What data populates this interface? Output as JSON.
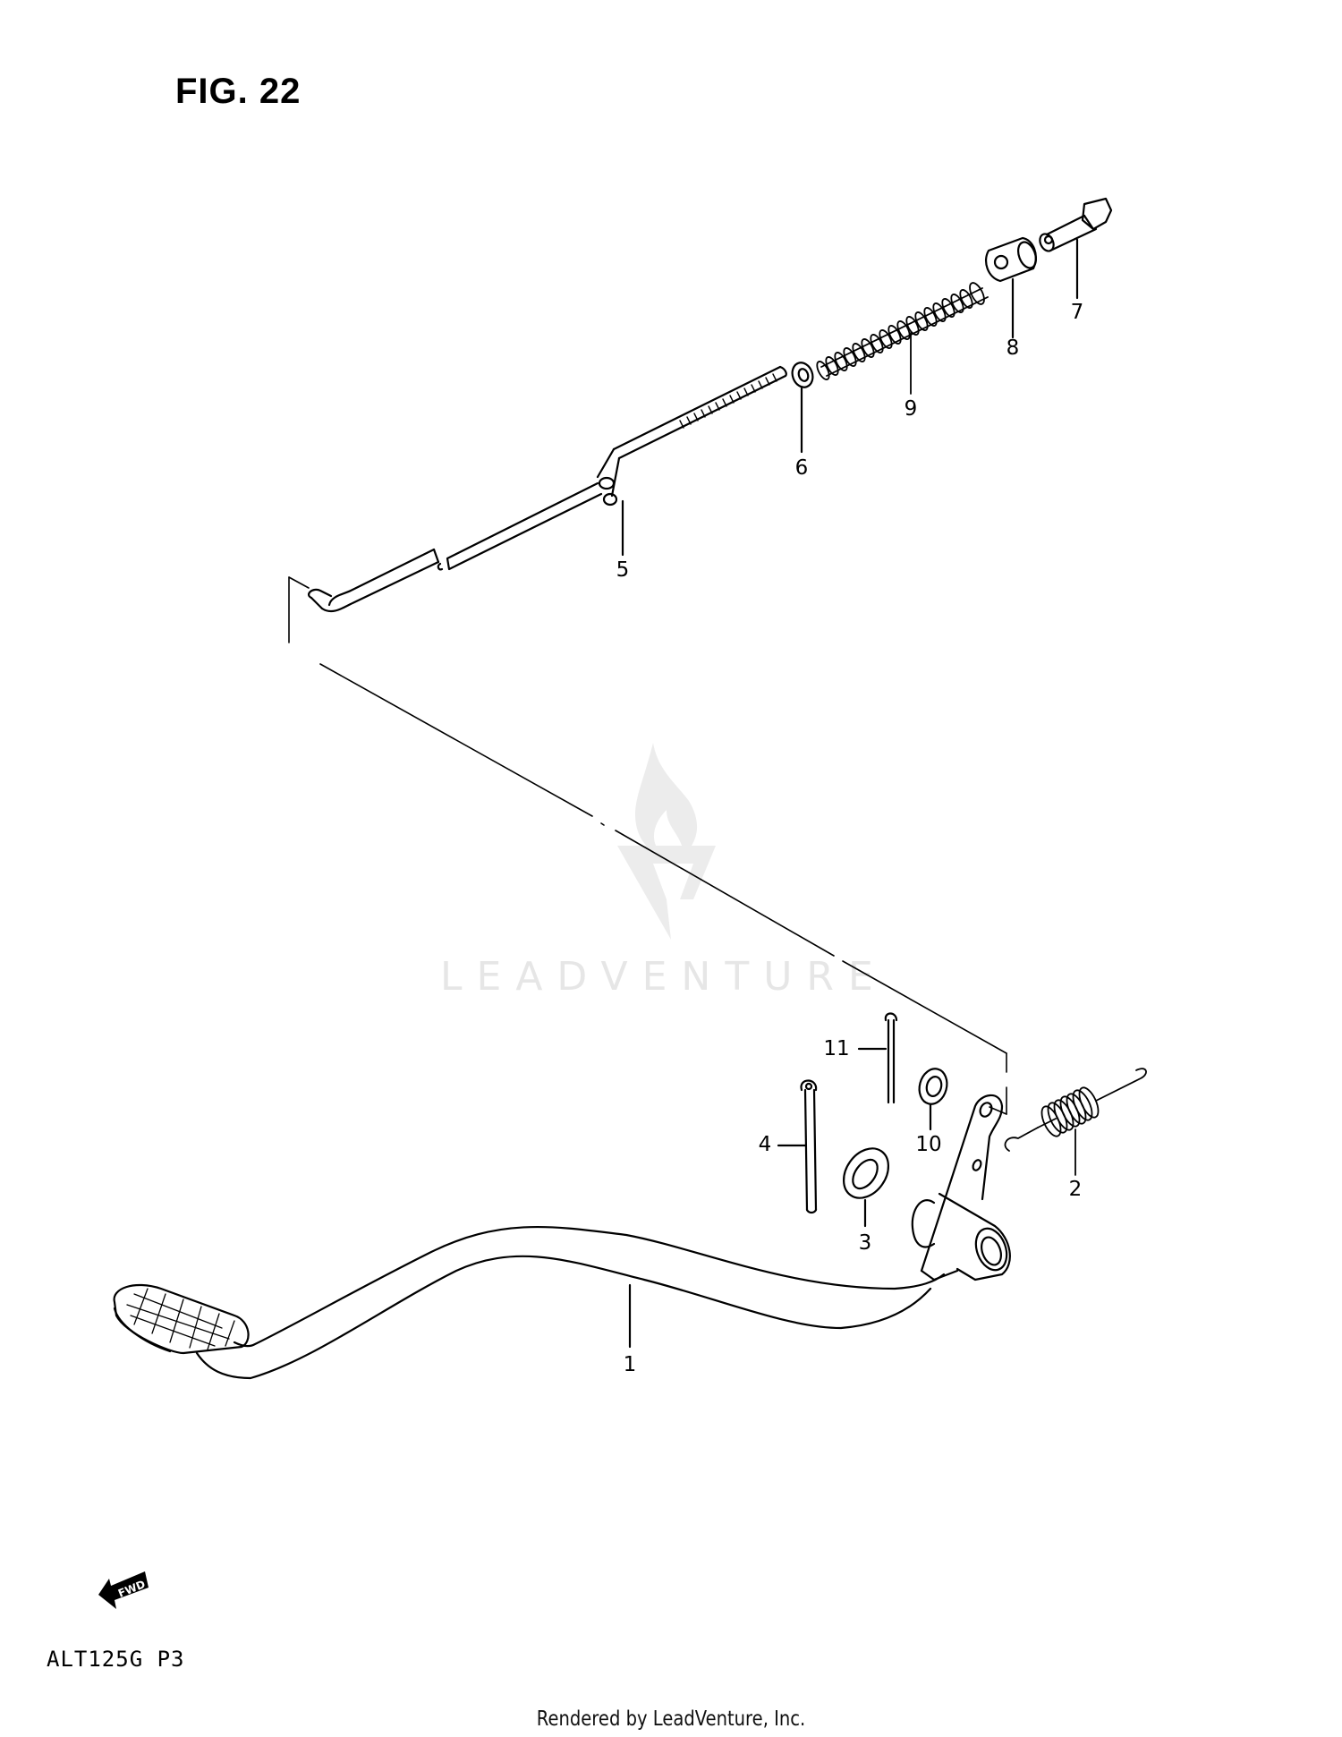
{
  "figure": {
    "title": "FIG. 22",
    "model_code": "ALT125G P3",
    "footer": "Rendered by LeadVenture, Inc.",
    "watermark": "LEADVENTURE",
    "direction_indicator": "FWD"
  },
  "callouts": [
    {
      "number": "1",
      "part": "brake-pedal"
    },
    {
      "number": "2",
      "part": "return-spring"
    },
    {
      "number": "3",
      "part": "washer-large"
    },
    {
      "number": "4",
      "part": "cotter-pin"
    },
    {
      "number": "5",
      "part": "brake-rod"
    },
    {
      "number": "6",
      "part": "washer"
    },
    {
      "number": "7",
      "part": "joint-pin"
    },
    {
      "number": "8",
      "part": "joint"
    },
    {
      "number": "9",
      "part": "compression-spring"
    },
    {
      "number": "10",
      "part": "washer-small"
    },
    {
      "number": "11",
      "part": "cotter-pin-small"
    }
  ],
  "colors": {
    "line": "#000000",
    "background": "#ffffff",
    "watermark": "#e6e6e6"
  }
}
